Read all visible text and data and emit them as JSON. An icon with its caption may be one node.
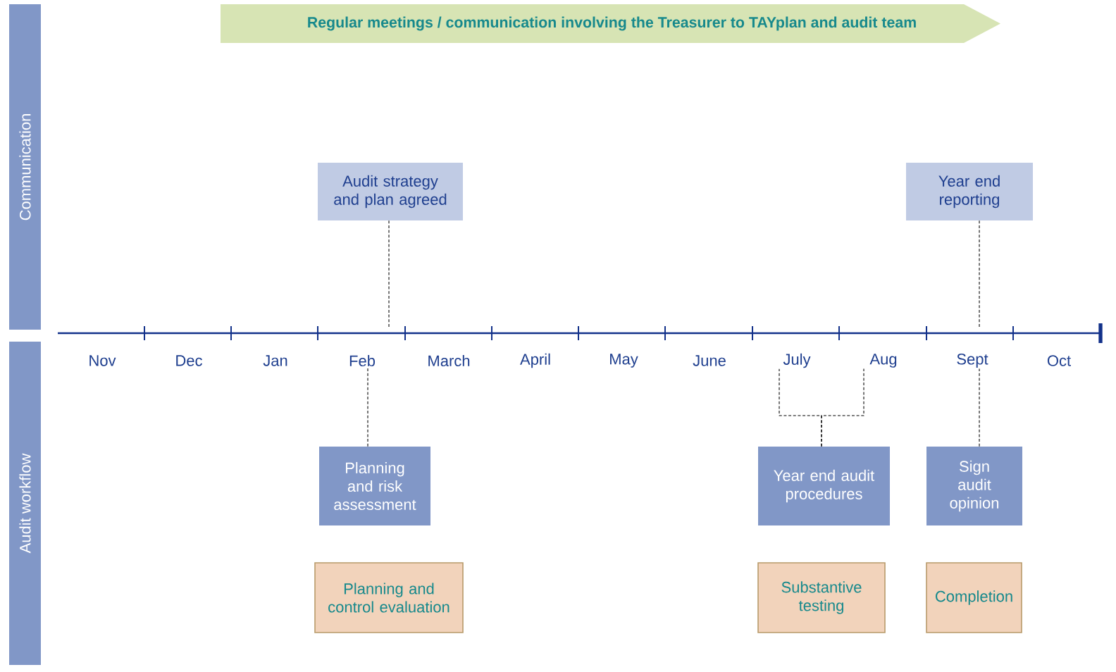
{
  "diagram": {
    "nodes": [
      {
        "text": [
          "Communication"
        ]
      },
      {
        "text": [
          "Audit workflow"
        ]
      },
      {
        "text": [
          "Regular meetings / communication involving the Treasurer to TAYplan and audit team"
        ]
      },
      {
        "text": [
          "Audit strategy and plan agreed"
        ]
      },
      {
        "text": [
          "Year end reporting"
        ]
      },
      {
        "text": [
          "Nov"
        ]
      },
      {
        "text": [
          "Dec"
        ]
      },
      {
        "text": [
          "Jan"
        ]
      },
      {
        "text": [
          "Feb"
        ]
      },
      {
        "text": [
          "March"
        ]
      },
      {
        "text": [
          "April"
        ]
      },
      {
        "text": [
          "May"
        ]
      },
      {
        "text": [
          "June"
        ]
      },
      {
        "text": [
          "July"
        ]
      },
      {
        "text": [
          "Aug"
        ]
      },
      {
        "text": [
          "Sept"
        ]
      },
      {
        "text": [
          "Oct"
        ]
      },
      {
        "text": [
          "Planning and risk assessment"
        ]
      },
      {
        "text": [
          "Year end audit procedures"
        ]
      },
      {
        "text": [
          "Sign audit opinion"
        ]
      },
      {
        "text": [
          "Planning and control evaluation"
        ]
      },
      {
        "text": [
          "Substantive testing"
        ]
      },
      {
        "text": [
          "Completion"
        ]
      }
    ],
    "edges": [
      {
        "from": 3,
        "to": null,
        "arrow": "none",
        "style": "dashed"
      },
      {
        "from": 4,
        "to": null,
        "arrow": "none",
        "style": "dashed"
      },
      {
        "from": 17,
        "to": 8,
        "arrow": "none",
        "style": "dashed"
      },
      {
        "from": 18,
        "to": 13,
        "arrow": "none",
        "style": "dashed"
      },
      {
        "from": 18,
        "to": 14,
        "arrow": "none",
        "style": "dashed"
      },
      {
        "from": 19,
        "to": 15,
        "arrow": "none",
        "style": "dashed"
      }
    ]
  }
}
